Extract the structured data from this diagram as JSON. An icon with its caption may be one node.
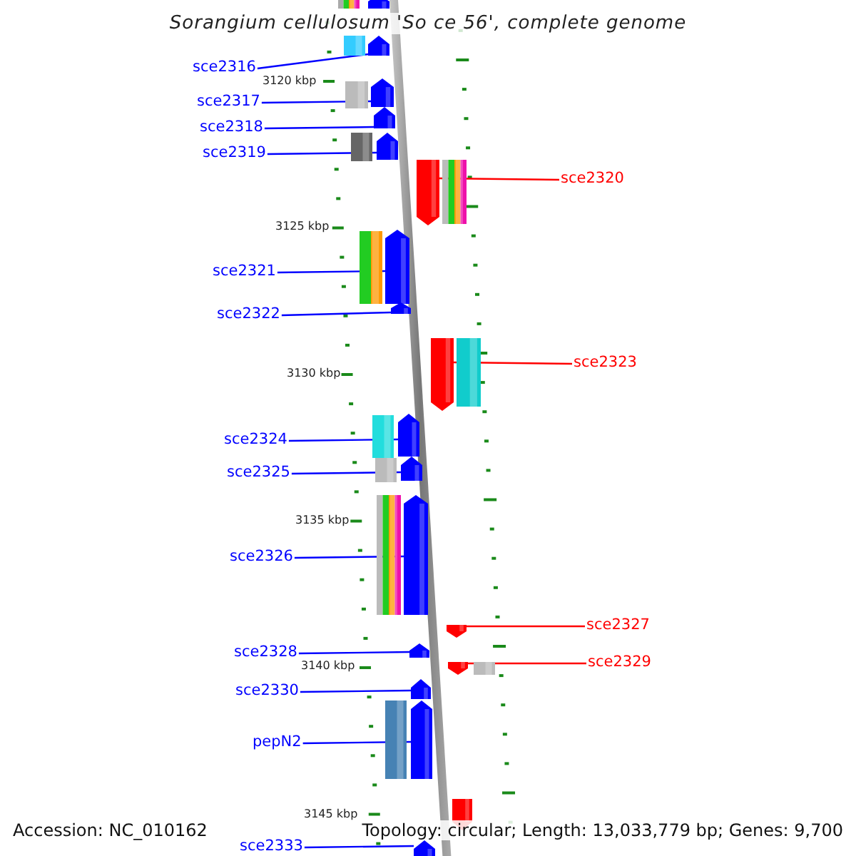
{
  "diagram": {
    "title": "Sorangium cellulosum 'So ce 56', complete genome",
    "nodes": [
      {
        "text": [],
        "shape": "arrow"
      },
      {
        "text": [
          "sce2316"
        ]
      },
      {
        "text": [],
        "shape": "arrow"
      },
      {
        "text": [
          "sce2317"
        ]
      },
      {
        "text": [],
        "shape": "arrow"
      },
      {
        "text": [
          "sce2318"
        ]
      },
      {
        "text": [],
        "shape": "arrow"
      },
      {
        "text": [
          "sce2319"
        ]
      },
      {
        "text": [],
        "shape": "arrow"
      },
      {
        "text": [
          "sce2320"
        ]
      },
      {
        "text": [],
        "shape": "arrow"
      },
      {
        "text": [
          "sce2321"
        ]
      },
      {
        "text": [],
        "shape": "arrow"
      },
      {
        "text": [
          "sce2322"
        ]
      },
      {
        "text": [],
        "shape": "arrow"
      },
      {
        "text": [
          "sce2323"
        ]
      },
      {
        "text": [],
        "shape": "arrow"
      },
      {
        "text": [
          "sce2324"
        ]
      },
      {
        "text": [],
        "shape": "arrow"
      },
      {
        "text": [
          "sce2325"
        ]
      },
      {
        "text": [],
        "shape": "arrow"
      },
      {
        "text": [
          "sce2326"
        ]
      },
      {
        "text": [],
        "shape": "arrow"
      },
      {
        "text": [
          "sce2327"
        ]
      },
      {
        "text": [],
        "shape": "arrow"
      },
      {
        "text": [
          "sce2328"
        ]
      },
      {
        "text": [],
        "shape": "arrow"
      },
      {
        "text": [
          "sce2329"
        ]
      },
      {
        "text": [],
        "shape": "arrow"
      },
      {
        "text": [
          "sce2330"
        ]
      },
      {
        "text": [],
        "shape": "arrow"
      },
      {
        "text": [
          "pepN2"
        ]
      },
      {
        "text": [],
        "shape": "arrow"
      },
      {
        "text": [],
        "shape": "arrow"
      },
      {
        "text": [
          "sce2333"
        ]
      },
      {
        "text": [],
        "shape": "arrow"
      }
    ],
    "edges": [
      {
        "from": 1,
        "to": 2,
        "arrow": "none"
      },
      {
        "from": 3,
        "to": 4,
        "arrow": "none"
      },
      {
        "from": 5,
        "to": 6,
        "arrow": "none"
      },
      {
        "from": 7,
        "to": 8,
        "arrow": "none"
      },
      {
        "from": 9,
        "to": 10,
        "arrow": "none",
        "color": "#ff0000"
      },
      {
        "from": 11,
        "to": 12,
        "arrow": "none"
      },
      {
        "from": 13,
        "to": 14,
        "arrow": "none"
      },
      {
        "from": 15,
        "to": 16,
        "arrow": "none",
        "color": "#ff0000"
      },
      {
        "from": 17,
        "to": 18,
        "arrow": "none"
      },
      {
        "from": 19,
        "to": 20,
        "arrow": "none"
      },
      {
        "from": 21,
        "to": 22,
        "arrow": "none"
      },
      {
        "from": 23,
        "to": 24,
        "arrow": "none",
        "color": "#ff0000"
      },
      {
        "from": 25,
        "to": 26,
        "arrow": "none"
      },
      {
        "from": 27,
        "to": 28,
        "arrow": "none",
        "color": "#ff0000"
      },
      {
        "from": 29,
        "to": 30,
        "arrow": "none"
      },
      {
        "from": 31,
        "to": 32,
        "arrow": "none"
      },
      {
        "from": 34,
        "to": 35,
        "arrow": "none"
      }
    ],
    "labels": [
      "3120 kbp",
      "3125 kbp",
      "3130 kbp",
      "3135 kbp",
      "3140 kbp",
      "3145 kbp",
      "Accession: NC_010162",
      "Topology: circular; Length: 13,033,779 bp; Genes: 9,700"
    ]
  }
}
